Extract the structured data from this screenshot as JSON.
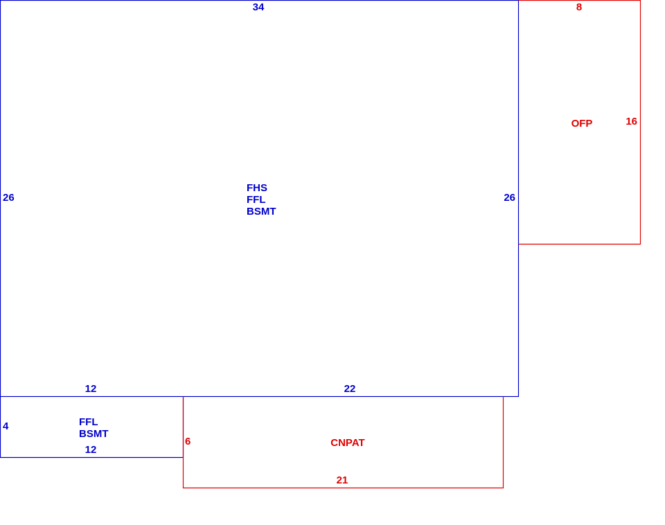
{
  "colors": {
    "living": "#0000cc",
    "porch": "#e00000"
  },
  "areas": {
    "main": {
      "labels": [
        "FHS",
        "FFL",
        "BSMT"
      ],
      "dims": {
        "top": "34",
        "left": "26",
        "right": "26",
        "bottom_left": "12",
        "bottom_right": "22"
      }
    },
    "ofp": {
      "label": "OFP",
      "dims": {
        "top": "8",
        "right": "16"
      }
    },
    "addition": {
      "labels": [
        "FFL",
        "BSMT"
      ],
      "dims": {
        "left": "4",
        "bottom": "12"
      }
    },
    "cnpat": {
      "label": "CNPAT",
      "dims": {
        "left": "6",
        "bottom": "21"
      }
    }
  }
}
